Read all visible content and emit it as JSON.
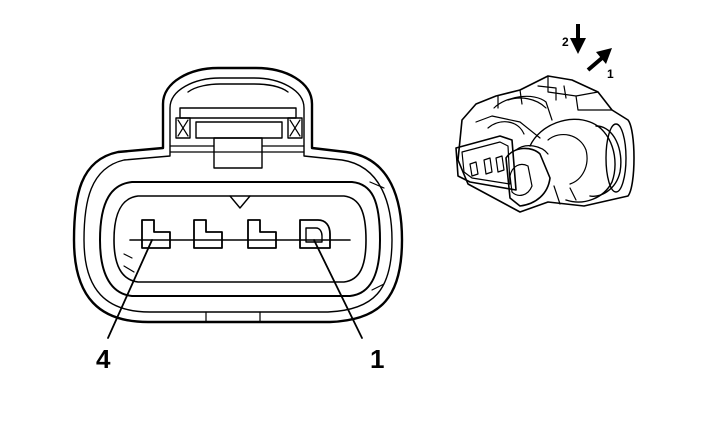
{
  "diagram": {
    "front_view": {
      "pin_labels": [
        {
          "key": "pin-4",
          "text": "4"
        },
        {
          "key": "pin-1",
          "text": "1"
        }
      ]
    },
    "iso_view": {
      "arrow_labels": [
        {
          "key": "arrow-2",
          "text": "2"
        },
        {
          "key": "arrow-1",
          "text": "1"
        }
      ]
    }
  }
}
